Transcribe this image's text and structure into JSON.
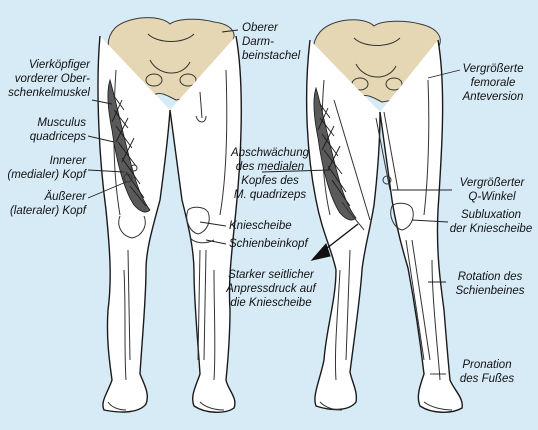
{
  "labels": {
    "oberer_darmbeinstachel": [
      "Oberer",
      "Darm-",
      "beinstachel"
    ],
    "vierkoepfiger": [
      "Vierköpfiger",
      "vorderer Ober-",
      "schenkelmuskel"
    ],
    "musculus": [
      "Musculus",
      "quadriceps"
    ],
    "innerer_kopf": [
      "Innerer",
      "(medialer) Kopf"
    ],
    "aeusserer_kopf": [
      "Äußerer",
      "(lateraler) Kopf"
    ],
    "abschwaechung": [
      "Abschwächung",
      "des medialen",
      "Kopfes des",
      "M. quadrizeps"
    ],
    "kniescheibe": "Kniescheibe",
    "schienbeinkopf": "Schienbeinkopf",
    "anpressdruck": [
      "Starker seitlicher",
      "Anpressdruck auf",
      "die Kniescheibe"
    ],
    "anteversion": [
      "Vergrößerte",
      "femorale",
      "Anteversion"
    ],
    "q_winkel": [
      "Vergrößerter",
      "Q-Winkel"
    ],
    "subluxation": [
      "Subluxation",
      "der Kniescheibe"
    ],
    "rotation": [
      "Rotation des",
      "Schienbeines"
    ],
    "pronation": [
      "Pronation",
      "des Fußes"
    ]
  },
  "colors": {
    "background": "#d7ebf6",
    "bone": "#e6d7b4",
    "outline": "#1a1a1a"
  }
}
